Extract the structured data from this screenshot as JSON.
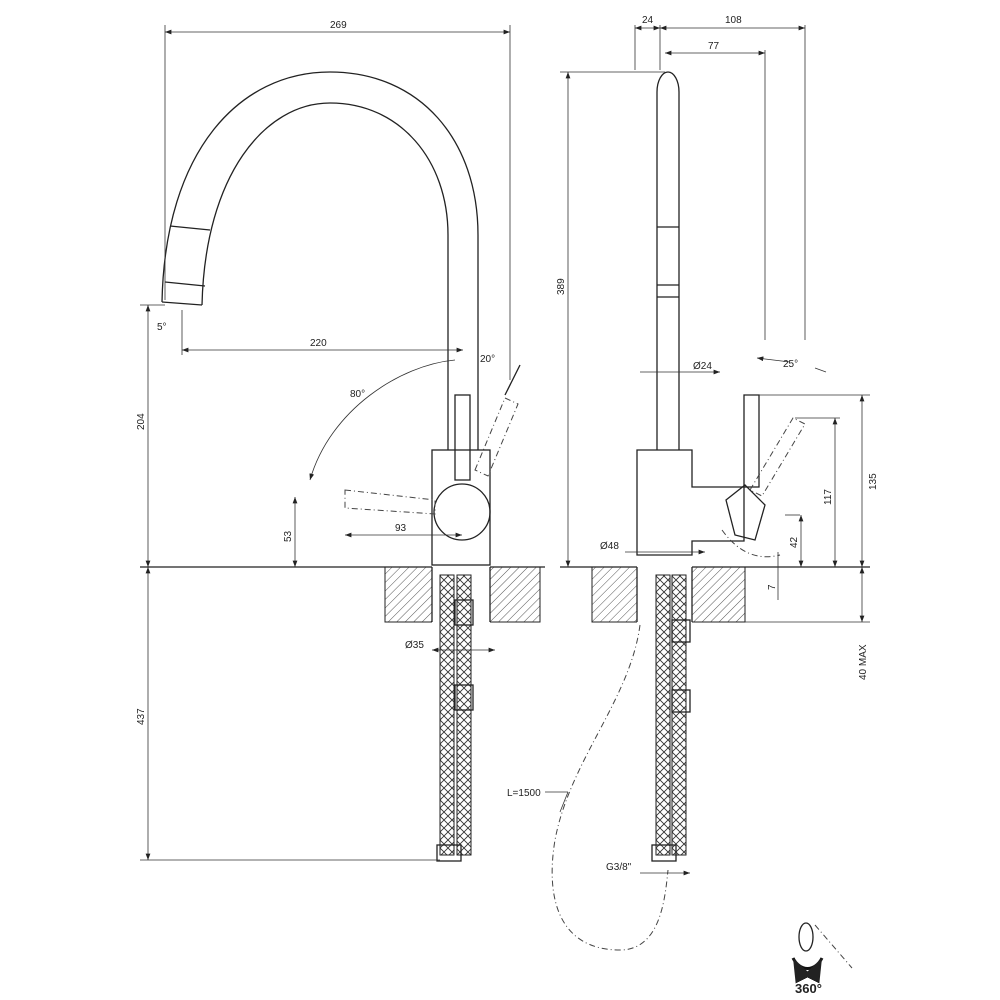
{
  "title": "Kitchen mixer technical drawing",
  "side_view": {
    "dims": {
      "overall_width": "269",
      "spout_reach": "220",
      "spout_angle": "5°",
      "lever_tilt": "20°",
      "lever_rotation": "80°",
      "spout_height": "204",
      "lever_axis_height": "53",
      "lever_length": "93",
      "shank_diameter": "Ø35",
      "hose_length_below": "437"
    }
  },
  "front_view": {
    "dims": {
      "body_offset": "24",
      "depth_total": "108",
      "lever_offset": "77",
      "overall_height": "389",
      "tube_diameter": "Ø24",
      "lever_angle": "25°",
      "lever_height": "117",
      "top_height": "135",
      "lever_base": "42",
      "gap": "7",
      "base_diameter": "Ø48",
      "deck_thickness": "40 MAX",
      "hose_length": "L=1500",
      "connection": "G3/8\""
    }
  },
  "rotation_icon": {
    "label": "360°"
  }
}
